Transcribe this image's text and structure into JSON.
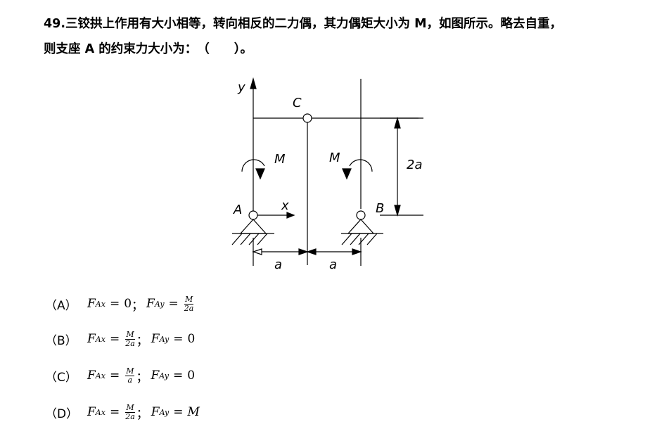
{
  "question": {
    "number": "49.",
    "line1": "三铰拱上作用有大小相等，转向相反的二力偶，其力偶矩大小为 M，如图所示。略去自重，",
    "line2": "则支座 A 的约束力大小为：　（　　）。"
  },
  "figure": {
    "axis_y": "y",
    "axis_x": "x",
    "hinge_c": "C",
    "support_a": "A",
    "support_b": "B",
    "moment_left": "M",
    "moment_right": "M",
    "dim_height": "2a",
    "dim_left": "a",
    "dim_right": "a"
  },
  "options": [
    {
      "label": "（A）",
      "fax_text": "0",
      "fay_num": "M",
      "fay_den": "2a"
    },
    {
      "label": "（B）",
      "fax_num": "M",
      "fax_den": "2a",
      "fay_text": "0"
    },
    {
      "label": "（C）",
      "fax_num": "M",
      "fax_den": "a",
      "fay_text": "0"
    },
    {
      "label": "（D）",
      "fax_num": "M",
      "fax_den": "2a",
      "fay_text": "M"
    }
  ]
}
